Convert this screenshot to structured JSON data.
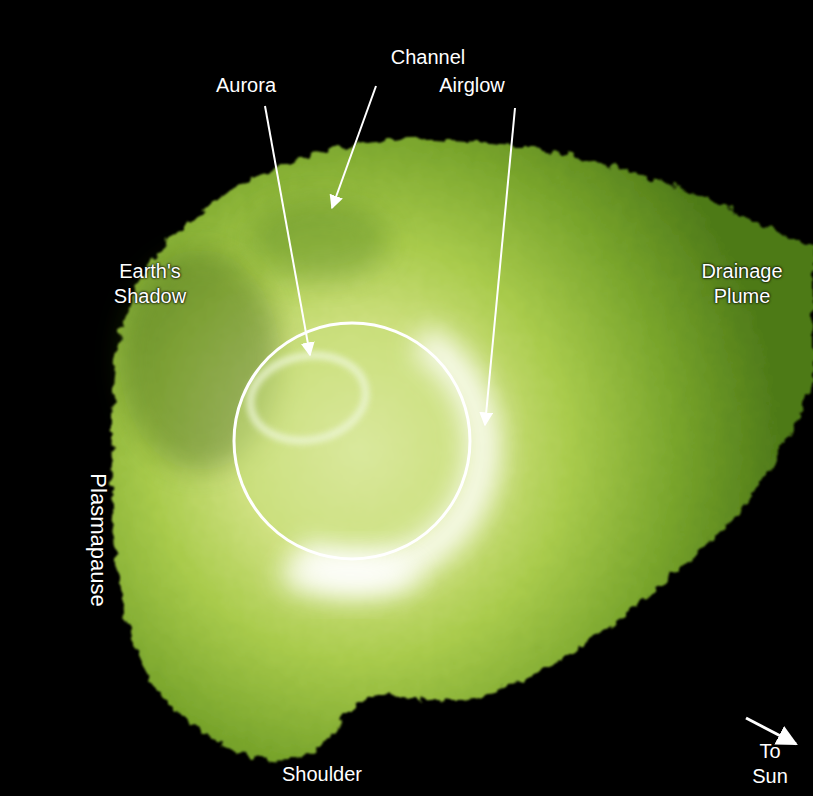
{
  "diagram": {
    "labels": [
      "Channel",
      "Aurora",
      "Airglow",
      "Earth's Shadow",
      "Drainage Plume",
      "Plasmapause",
      "Shoulder",
      "To Sun"
    ]
  }
}
